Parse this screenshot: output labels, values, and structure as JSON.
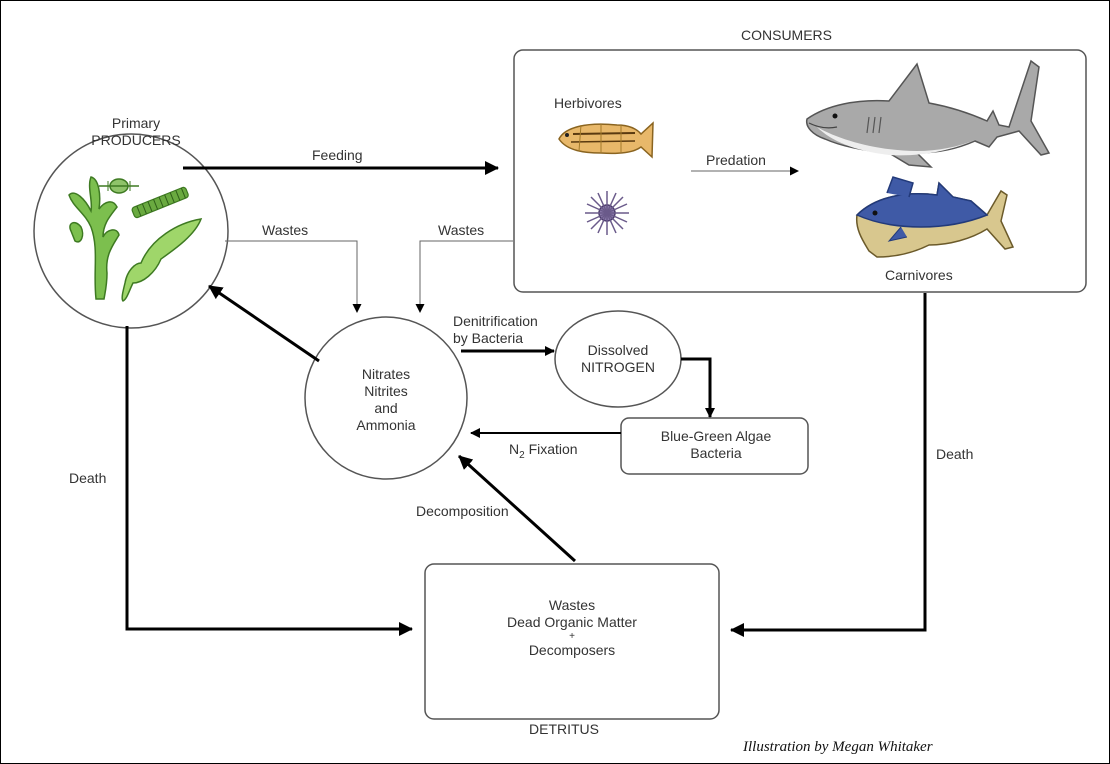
{
  "colors": {
    "line": "#000000",
    "box_border": "#555555",
    "thin_arrow": "#666666",
    "text": "#333333",
    "algae_green": "#7cbf4e",
    "shark_gray": "#a9a9a9",
    "tuna_blue": "#3f5aa6",
    "tuna_belly": "#d8c78e",
    "herbivore_fish": "#e8b86a",
    "urchin": "#6a5a8a"
  },
  "nodes": {
    "producers": {
      "label_line1": "Primary",
      "label_line2": "PRODUCERS",
      "illustration": "algae-icon"
    },
    "consumers": {
      "title": "CONSUMERS",
      "herbivores": "Herbivores",
      "predation": "Predation",
      "carnivores": "Carnivores",
      "illustrations": [
        "herbivore-fish-icon",
        "sea-urchin-icon",
        "shark-icon",
        "tuna-icon"
      ]
    },
    "nitrates": {
      "line1": "Nitrates",
      "line2": "Nitrites",
      "line3": "and",
      "line4": "Ammonia"
    },
    "nitrogen": {
      "line1": "Dissolved",
      "line2": "NITROGEN"
    },
    "algae_bacteria": {
      "line1": "Blue-Green Algae",
      "line2": "Bacteria"
    },
    "detritus": {
      "line1": "Wastes",
      "line2": "Dead Organic Matter",
      "line3": "+",
      "line4": "Decomposers",
      "title": "DETRITUS"
    }
  },
  "edges": {
    "feeding": "Feeding",
    "wastes_producers": "Wastes",
    "wastes_consumers": "Wastes",
    "denitrification_line1": "Denitrification",
    "denitrification_line2": "by Bacteria",
    "n2_fixation_prefix": "N",
    "n2_fixation_sub": "2",
    "n2_fixation_suffix": " Fixation",
    "decomposition": "Decomposition",
    "death_left": "Death",
    "death_right": "Death"
  },
  "credit": "Illustration by Megan Whitaker"
}
